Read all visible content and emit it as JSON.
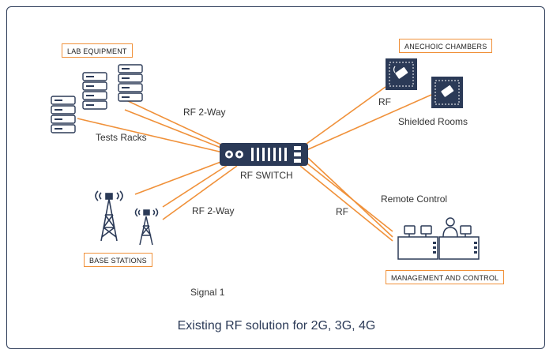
{
  "labels": {
    "lab_equipment": "LAB EQUIPMENT",
    "anechoic_chambers": "ANECHOIC CHAMBERS",
    "base_stations": "BASE STATIONS",
    "management_control": "MANAGEMENT AND CONTROL",
    "rf_switch": "RF SWITCH",
    "tests_racks": "Tests Racks",
    "rf_2way_top": "RF 2-Way",
    "rf_2way_bottom": "RF 2-Way",
    "rf_chamber": "RF",
    "shielded_rooms": "Shielded Rooms",
    "remote_control": "Remote Control",
    "rf_mgmt": "RF",
    "signal": "Signal 1"
  },
  "caption": "Existing RF solution for  2G, 3G, 4G",
  "colors": {
    "link": "#f0913a",
    "device": "#2b3a57",
    "frame": "#2b3a57",
    "label_border": "#f0913a"
  },
  "icons": [
    "server-rack-icon",
    "rf-switch-icon",
    "cell-tower-icon",
    "anechoic-chamber-icon",
    "operator-desk-icon"
  ]
}
